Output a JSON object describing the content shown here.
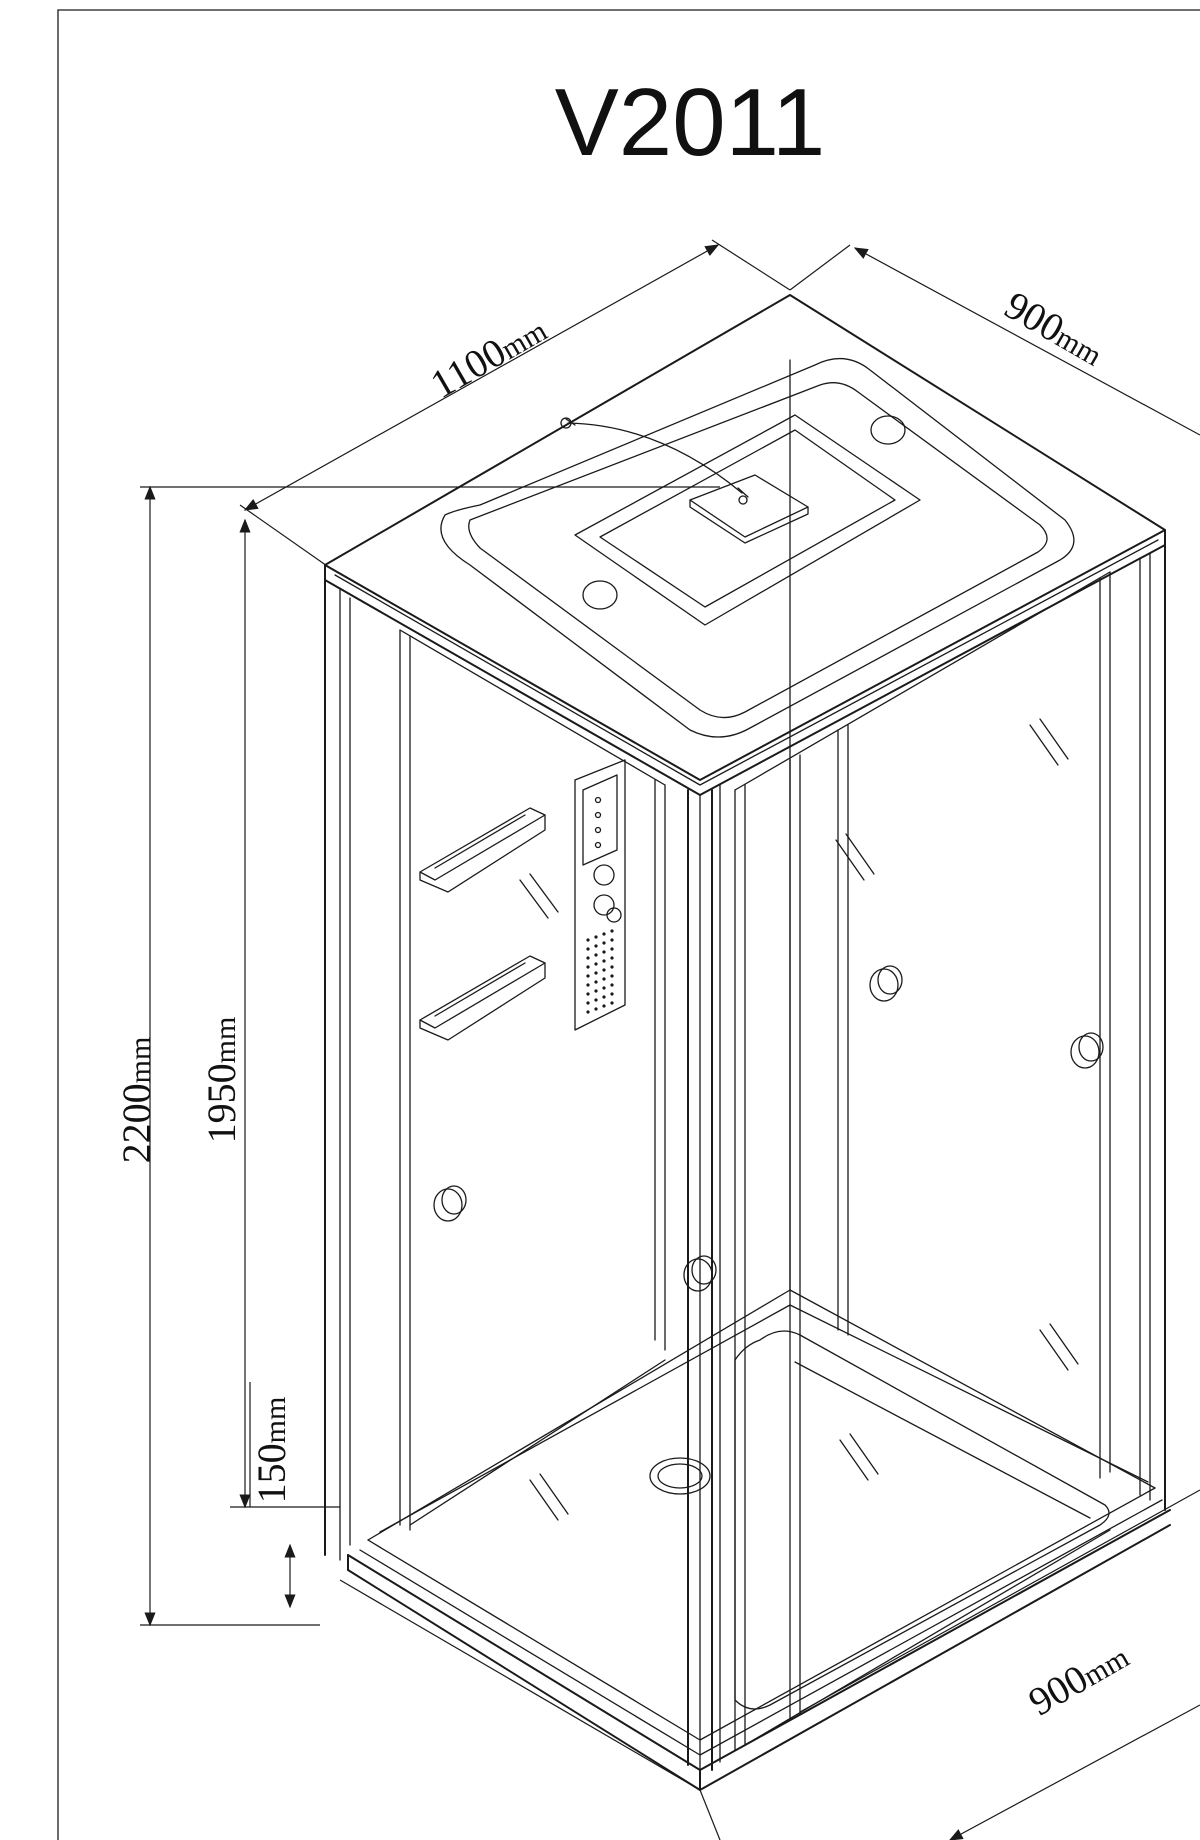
{
  "title": "V2011",
  "dimensions": {
    "total_height": {
      "value": "2200",
      "unit": "mm"
    },
    "cabin_height": {
      "value": "1950",
      "unit": "mm"
    },
    "tray_height": {
      "value": "150",
      "unit": "mm"
    },
    "length_top": {
      "value": "1100",
      "unit": "mm"
    },
    "width_top": {
      "value": "900",
      "unit": "mm"
    },
    "width_bottom": {
      "value": "900",
      "unit": "mm"
    }
  },
  "colors": {
    "line": "#1a1a1a",
    "background": "#ffffff"
  }
}
